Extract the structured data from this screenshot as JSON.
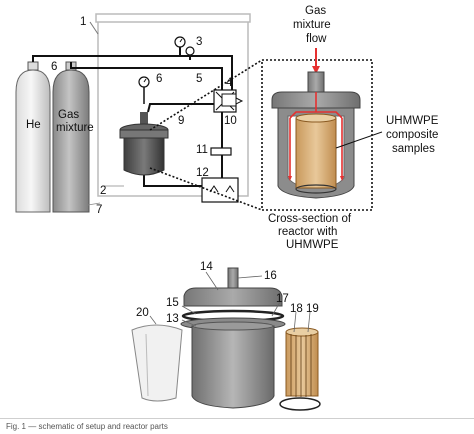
{
  "figure": {
    "labels": {
      "he": "He",
      "gas_mixture_1": "Gas",
      "gas_mixture_2": "mixture",
      "flow_1": "Gas",
      "flow_2": "mixture",
      "flow_3": "flow",
      "samples_1": "UHMWPE",
      "samples_2": "composite",
      "samples_3": "samples",
      "cross_1": "Cross-section of",
      "cross_2": "reactor with",
      "cross_3": "UHMWPE"
    },
    "numbers": {
      "n1": "1",
      "n2": "2",
      "n3": "3",
      "n4": "4",
      "n5": "5",
      "n6a": "6",
      "n6b": "6",
      "n7": "7",
      "n9": "9",
      "n10": "10",
      "n11": "11",
      "n12": "12",
      "n13": "13",
      "n14": "14",
      "n15": "15",
      "n16": "16",
      "n17": "17",
      "n18": "18",
      "n19": "19",
      "n20": "20"
    }
  },
  "caption": "Fig. 1 — schematic of setup and reactor parts"
}
